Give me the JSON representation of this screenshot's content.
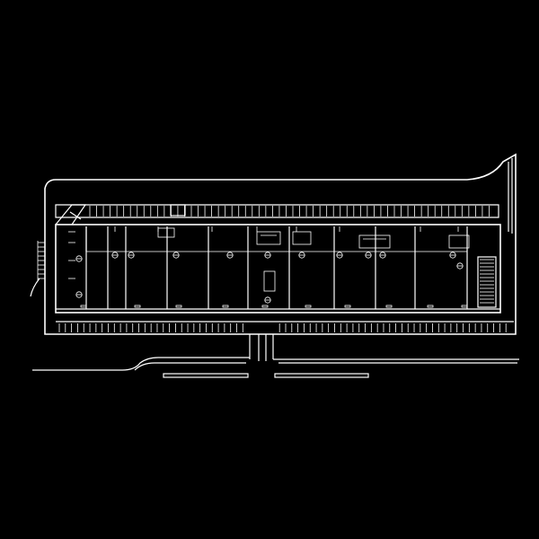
{
  "drawing": {
    "background": "#000000",
    "linework_color": "#ffffff",
    "tenant_bays": 11,
    "front_parking_stalls": 74,
    "rear_parking_stalls": 60
  }
}
